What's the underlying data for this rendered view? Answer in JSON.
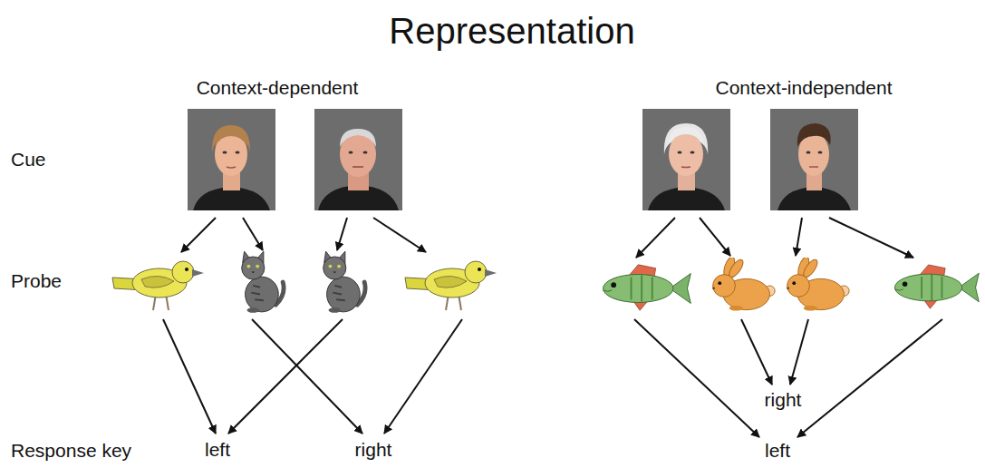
{
  "diagram": {
    "title": "Representation",
    "labels": [
      "Context-dependent",
      "Context-independent",
      "Cue",
      "Probe",
      "Response key",
      "left",
      "right",
      "right",
      "left"
    ]
  }
}
